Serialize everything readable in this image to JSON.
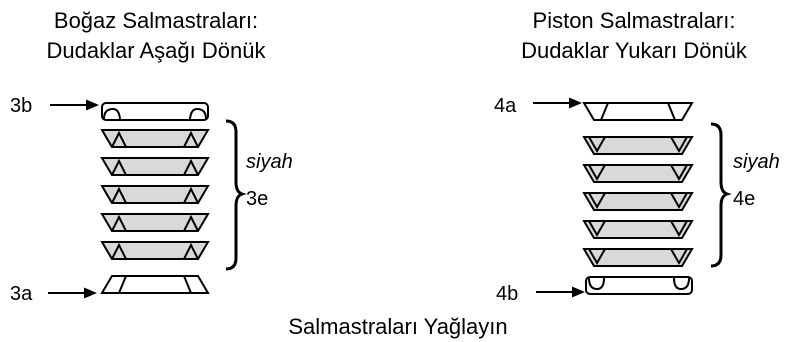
{
  "left_title": [
    "Boğaz Salmastraları:",
    "Dudaklar Aşağı Dönük"
  ],
  "right_title": [
    "Piston Salmastraları:",
    "Dudaklar Yukarı Dönük"
  ],
  "left_labels": {
    "top": "3b",
    "bottom": "3a",
    "bracket_note": "siyah",
    "bracket_code": "3e"
  },
  "right_labels": {
    "top": "4a",
    "bottom": "4b",
    "bracket_note": "siyah",
    "bracket_code": "4e"
  },
  "caption": "Salmastraları Yağlayın",
  "colors": {
    "seal_fill": "#d9d9d9",
    "stroke": "#000000",
    "adapter_fill": "#ffffff"
  }
}
